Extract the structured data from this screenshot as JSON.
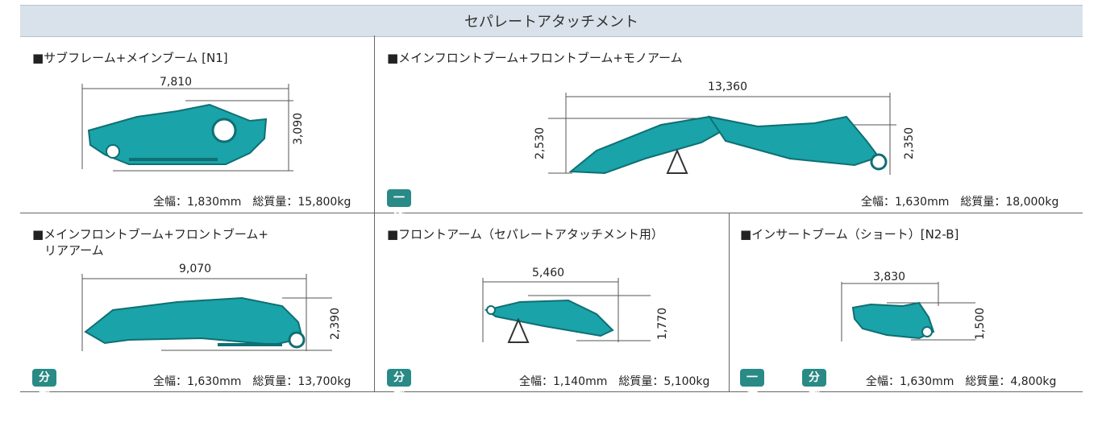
{
  "header": {
    "title": "セパレートアタッチメント"
  },
  "panels": {
    "p1": {
      "title": "■サブフレーム+メインブーム [N1]",
      "width_dim": "7,810",
      "height_dim": "3,090",
      "spec": "全幅：1,830mm　総質量：15,800kg"
    },
    "p2": {
      "title": "■メインフロントブーム+フロントブーム+モノアーム",
      "width_dim": "13,360",
      "height_dim_left": "2,530",
      "height_dim_right": "2,350",
      "badge": "一体型",
      "spec": "全幅：1,630mm　総質量：18,000kg"
    },
    "p3": {
      "title": "■メインフロントブーム+フロントブーム+\n　リアアーム",
      "width_dim": "9,070",
      "height_dim": "2,390",
      "badge": "分割型",
      "spec": "全幅：1,630mm　総質量：13,700kg"
    },
    "p4": {
      "title": "■フロントアーム（セパレートアタッチメント用）",
      "width_dim": "5,460",
      "height_dim": "1,770",
      "badge": "分割型",
      "spec": "全幅：1,140mm　総質量：5,100kg"
    },
    "p5": {
      "title": "■インサートブーム（ショート）[N2-B]",
      "width_dim": "3,830",
      "height_dim": "1,500",
      "badge1": "一体型",
      "badge2": "分割型",
      "spec": "全幅：1,630mm　総質量：4,800kg"
    }
  },
  "colors": {
    "machine": "#1aa3a8",
    "machine_dark": "#0f6f74",
    "badge": "#2a8a86",
    "header_bg": "#d9e2ea"
  }
}
